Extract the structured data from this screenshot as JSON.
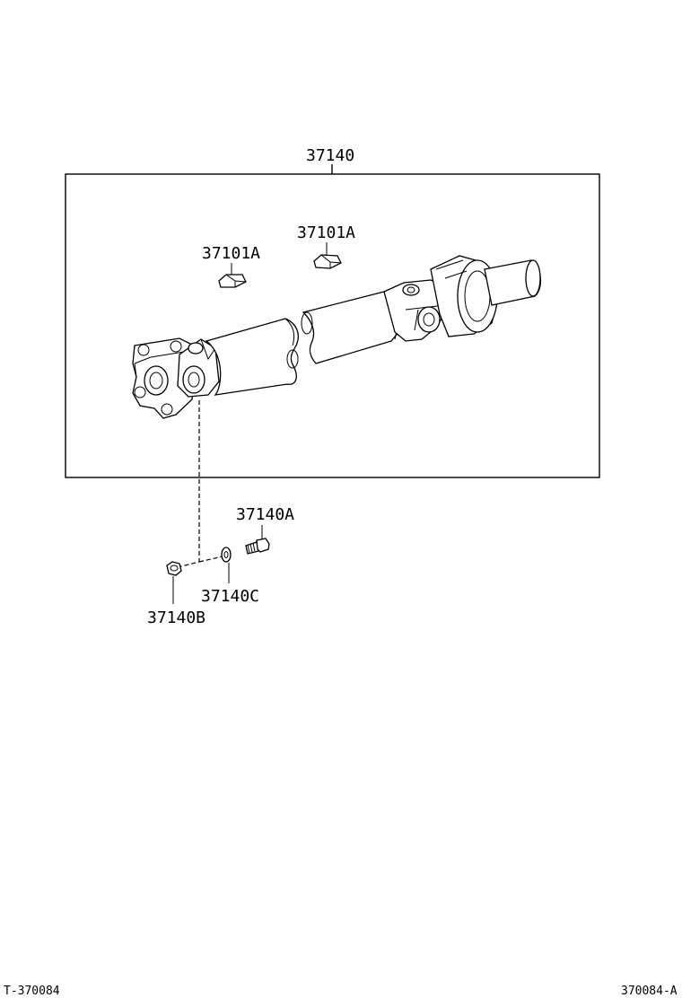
{
  "labels": {
    "assembly": "37140",
    "balance_weight_1": "37101A",
    "balance_weight_2": "37101A",
    "bolt": "37140A",
    "washer": "37140C",
    "nut": "37140B"
  },
  "footer": {
    "left": "T-370084",
    "right": "370084-A"
  }
}
